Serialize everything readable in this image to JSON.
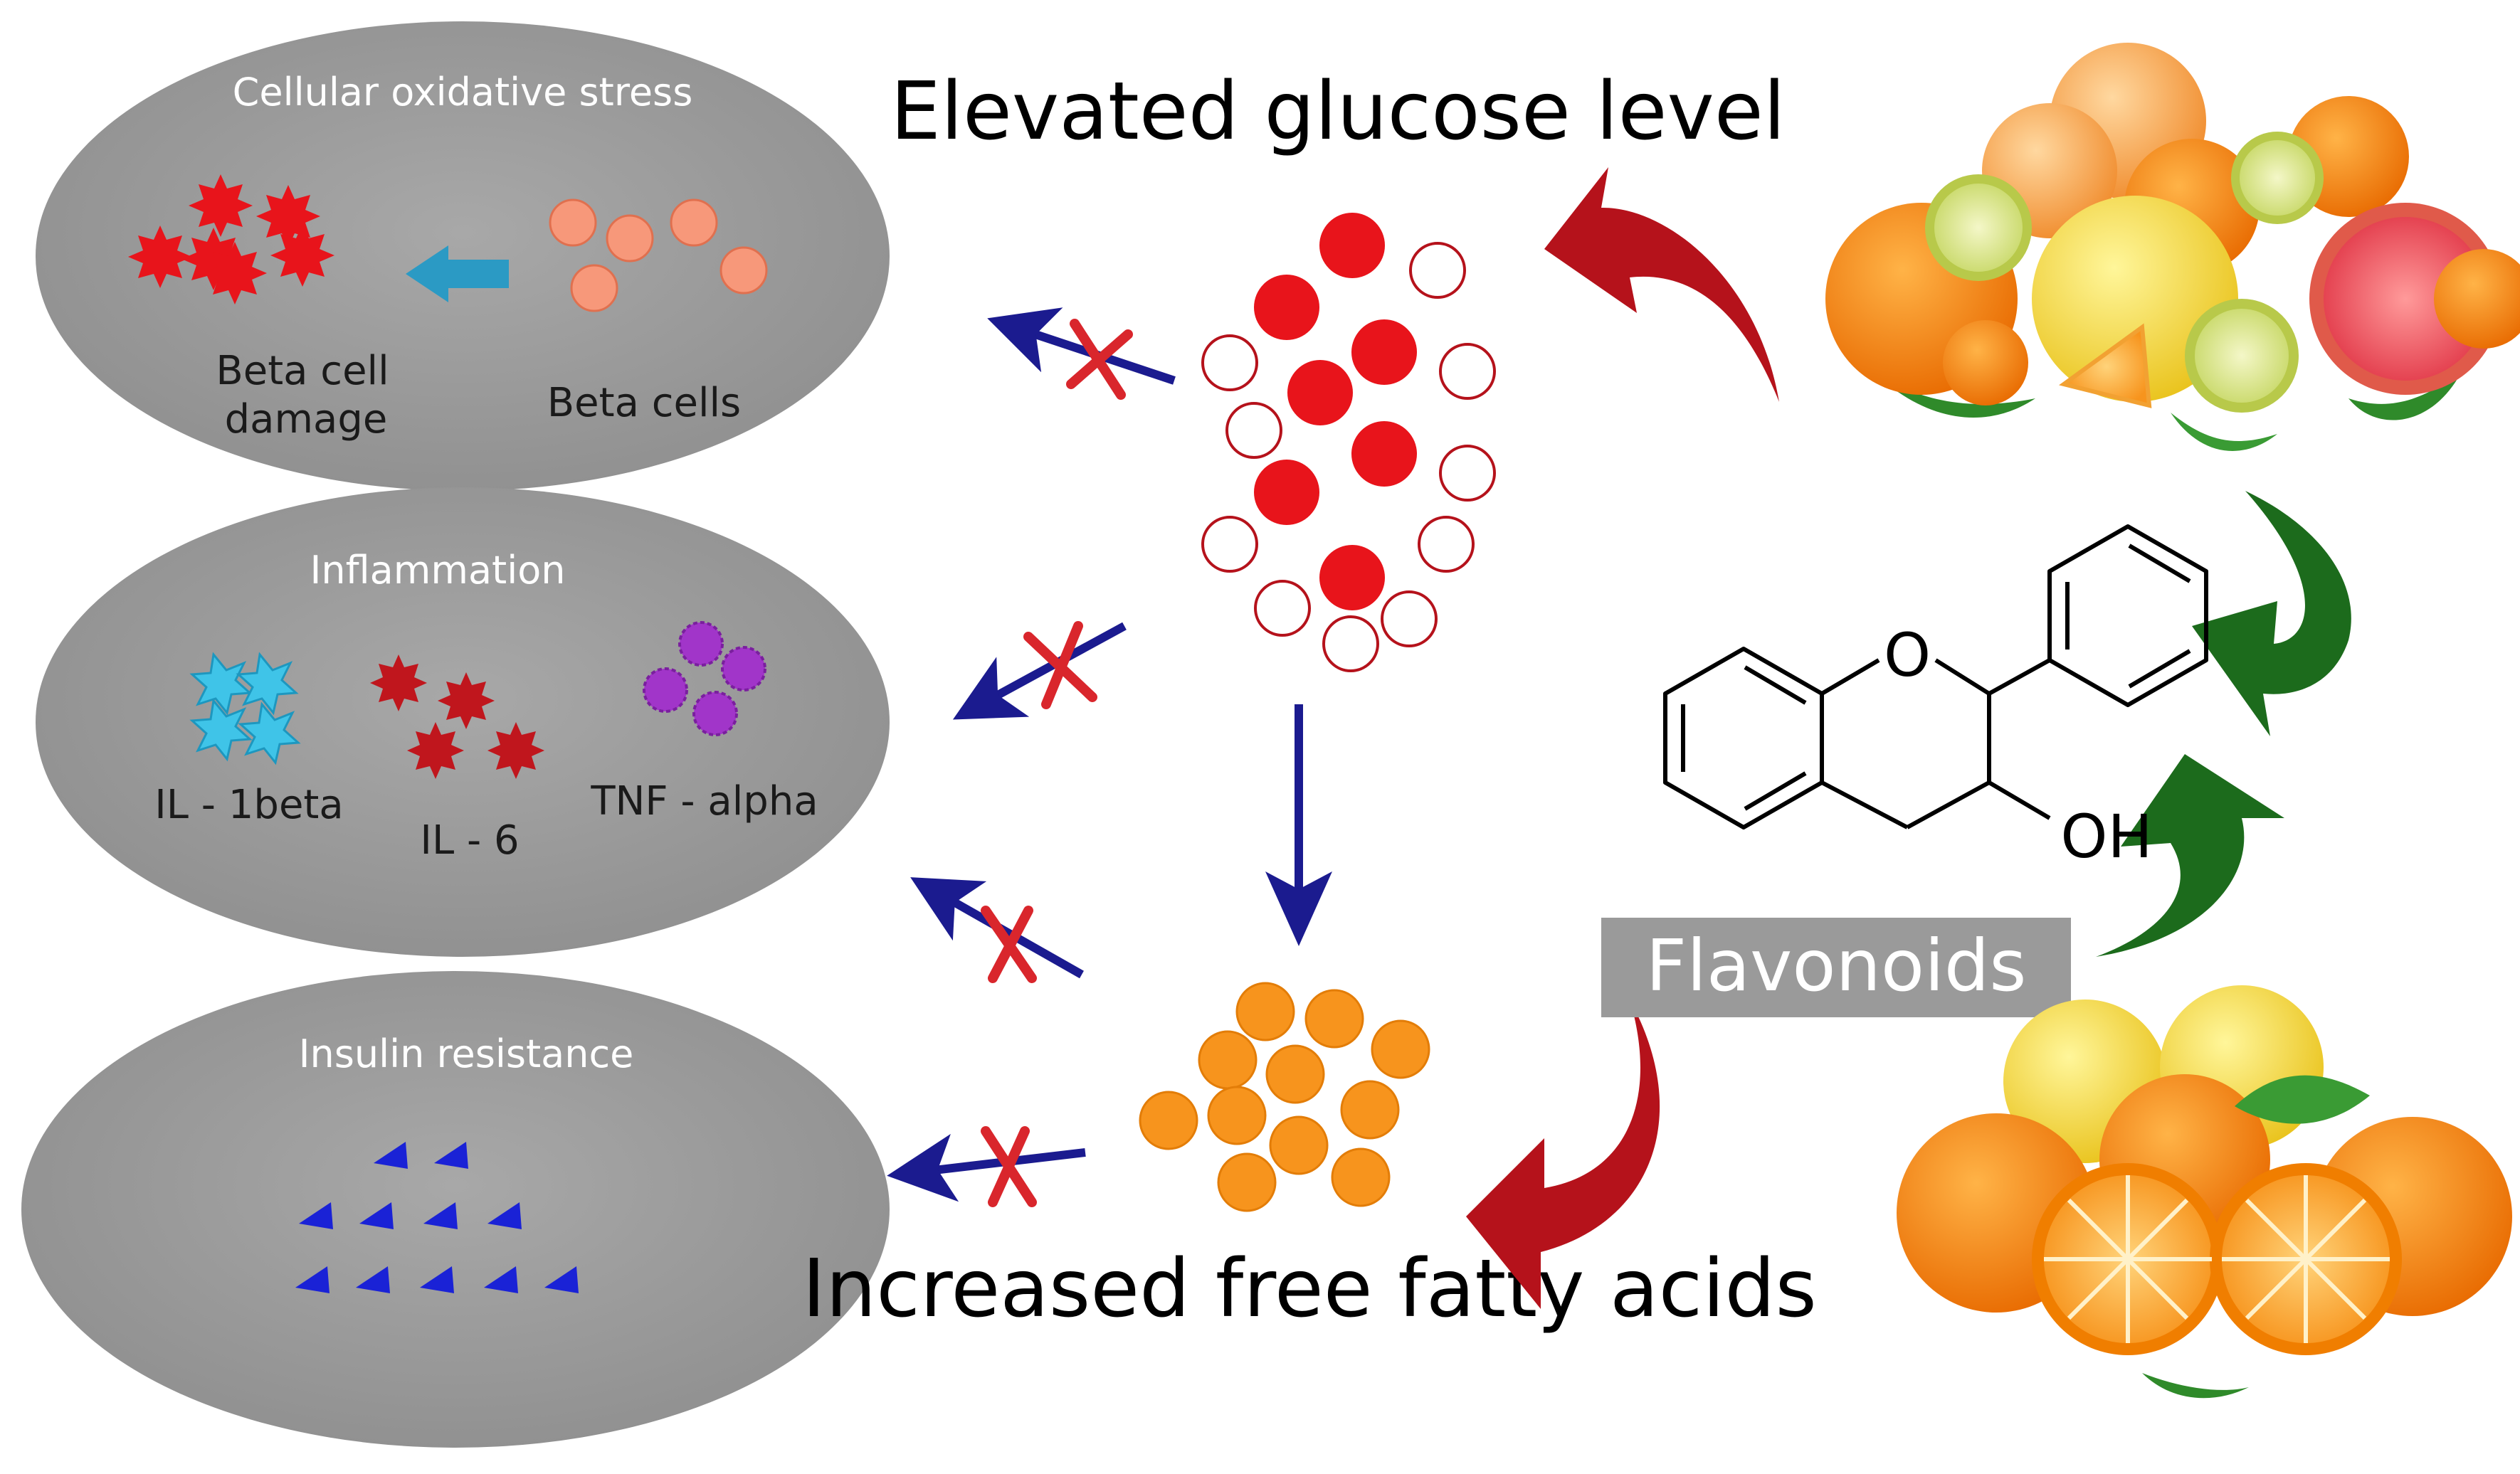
{
  "panels": {
    "oxidative": {
      "title": "Cellular oxidative stress",
      "damage_label_line1": "Beta cell",
      "damage_label_line2": "damage",
      "cells_label": "Beta cells"
    },
    "inflammation": {
      "title": "Inflammation",
      "il1_label": "IL - 1beta",
      "il6_label": "IL - 6",
      "tnf_label": "TNF - alpha"
    },
    "insulin": {
      "title": "Insulin resistance"
    }
  },
  "center": {
    "glucose_title": "Elevated glucose level",
    "fatty_acids_title": "Increased free fatty acids"
  },
  "flavonoid": {
    "label": "Flavonoids",
    "oh_label": "OH",
    "o_label": "O"
  },
  "colors": {
    "panel_gray": "#9d9d9d",
    "glucose_red": "#e8141b",
    "fatty_orange": "#f7941d",
    "beta_salmon": "#f7987a",
    "arrow_navy": "#1b1b8f",
    "cross_red": "#d9262c",
    "curve_red": "#b5121b",
    "curve_green": "#1c6b1c",
    "flavonoid_box": "#9a9a9a",
    "il1_cyan": "#3fc4e8",
    "il6_darkred": "#c0161d",
    "tnf_purple": "#a135c9",
    "insulin_blue": "#1a22d6",
    "damage_arrow": "#2b9ac4"
  },
  "icons": [
    "red-star-cell-icon",
    "beta-cell-icon",
    "cyan-cross-cell-icon",
    "purple-circle-icon",
    "blue-triangle-receptor-icon",
    "blocked-arrow-icon",
    "curved-arrow-icon",
    "citrus-fruit-icon",
    "flavan-structure-icon"
  ]
}
